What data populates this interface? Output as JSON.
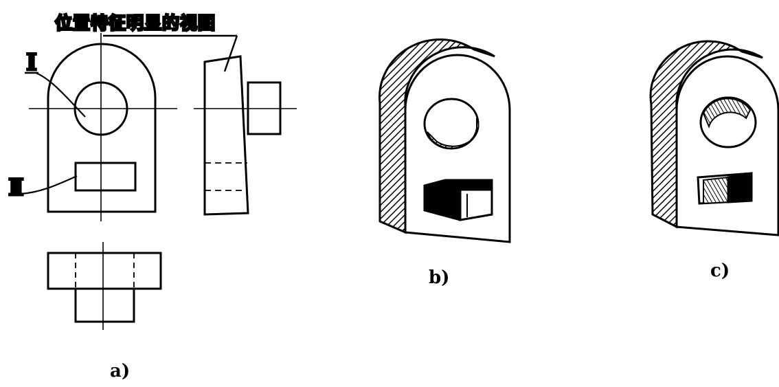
{
  "figure_a": {
    "annotation_title": "位置特征明显的视图",
    "marker_1": "I",
    "marker_2": "II",
    "caption": "a)"
  },
  "figure_b": {
    "caption": "b)"
  },
  "figure_c": {
    "caption": "c)"
  },
  "colors": {
    "ink": "#000000",
    "background": "#ffffff"
  }
}
